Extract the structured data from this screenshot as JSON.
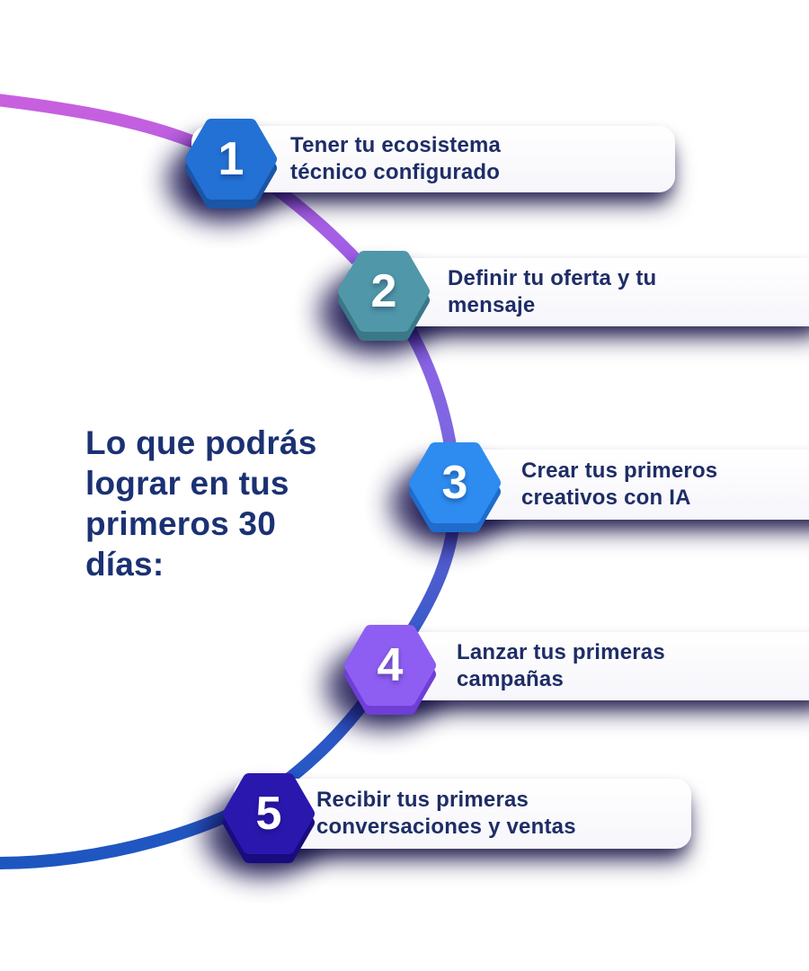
{
  "title": {
    "lines": [
      "Lo que podrás",
      "lograr en tus",
      "primeros 30",
      "días:"
    ],
    "color": "#1b3173"
  },
  "steps": [
    {
      "number": "1",
      "line1": "Tener tu ecosistema",
      "line2": "técnico configurado",
      "hex_color": "#2371d4",
      "hex_dark": "#1a55a6"
    },
    {
      "number": "2",
      "line1": "Definir tu oferta y tu",
      "line2": "mensaje",
      "hex_color": "#5097a9",
      "hex_dark": "#3a7888"
    },
    {
      "number": "3",
      "line1": "Crear tus primeros",
      "line2": "creativos con IA",
      "hex_color": "#2e8cf0",
      "hex_dark": "#1f6ccc"
    },
    {
      "number": "4",
      "line1": "Lanzar tus primeras",
      "line2": "campañas",
      "hex_color": "#8e5ef2",
      "hex_dark": "#6e3ed6"
    },
    {
      "number": "5",
      "line1": "Recibir tus primeras",
      "line2": "conversaciones y  ventas",
      "hex_color": "#2a18ae",
      "hex_dark": "#190c7e"
    }
  ],
  "curve": {
    "stops": [
      {
        "color": "#cb60de"
      },
      {
        "color": "#975fe8"
      },
      {
        "color": "#7a68e0"
      },
      {
        "color": "#5c60d4"
      },
      {
        "color": "#3559c7"
      },
      {
        "color": "#1c56c0"
      }
    ]
  },
  "card_text_color": "#1e2d66"
}
